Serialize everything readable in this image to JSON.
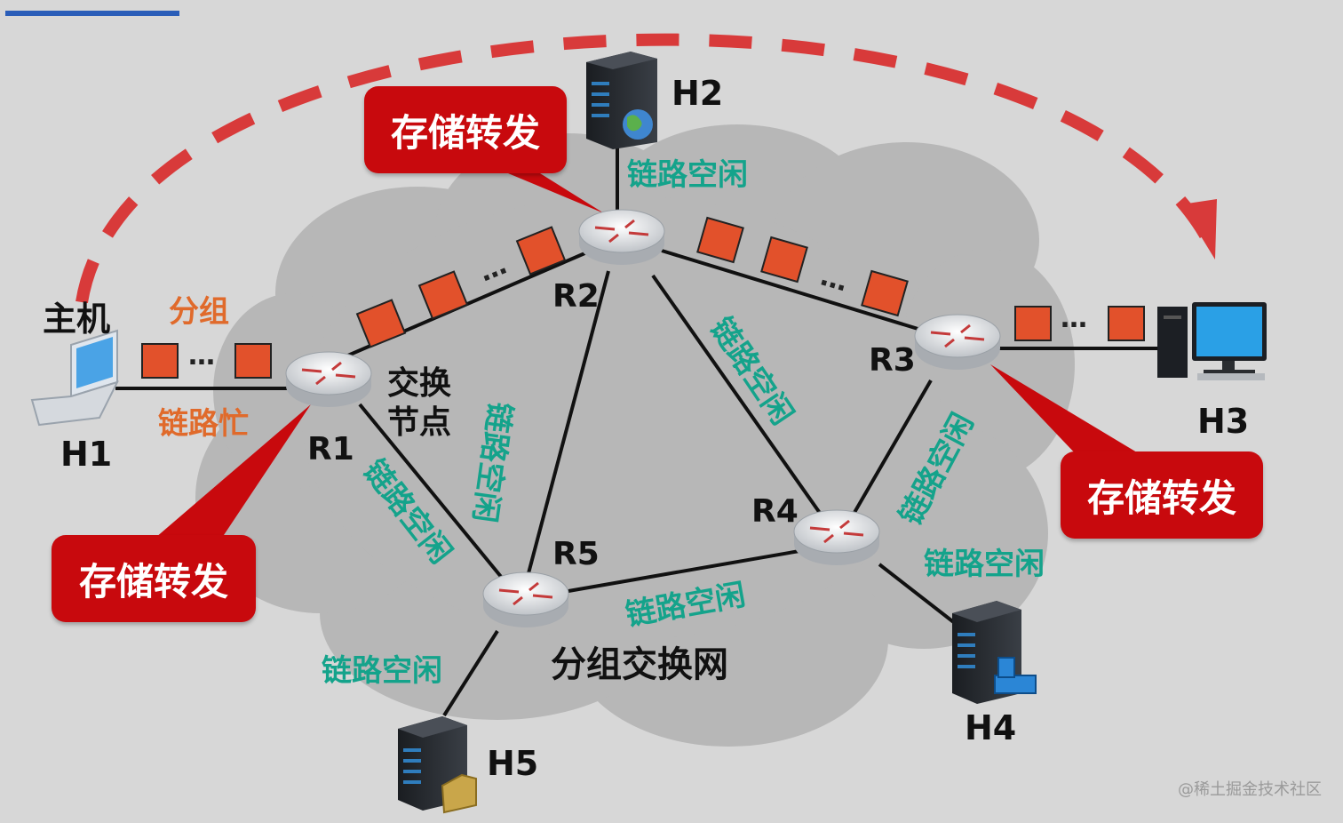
{
  "hosts": {
    "h1": "H1",
    "h1_caption": "主机",
    "h2": "H2",
    "h3": "H3",
    "h4": "H4",
    "h5": "H5"
  },
  "routers": {
    "r1": "R1",
    "r2": "R2",
    "r3": "R3",
    "r4": "R4",
    "r5": "R5",
    "r1_caption_line1": "交换",
    "r1_caption_line2": "节点"
  },
  "link_labels": {
    "group": "分组",
    "busy": "链路忙",
    "idle_h2": "链路空闲",
    "idle_r2_r5": "链路空闲",
    "idle_r1_r5": "链路空闲",
    "idle_r2_r4": "链路空闲",
    "idle_r3_r4": "链路空闲",
    "idle_r4_r5": "链路空闲",
    "idle_r4_h4": "链路空闲",
    "idle_r5_h5": "链路空闲"
  },
  "callouts": {
    "top": "存储转发",
    "left": "存储转发",
    "right": "存储转发"
  },
  "network_label": "分组交换网",
  "ellipsis": "…",
  "watermark": "@稀土掘金技术社区",
  "colors": {
    "packet": "#e2512b",
    "callout": "#c8090d",
    "arrow": "#d83a3a",
    "link_idle_text": "#14a38b",
    "link_busy_text": "#e06a2b"
  }
}
